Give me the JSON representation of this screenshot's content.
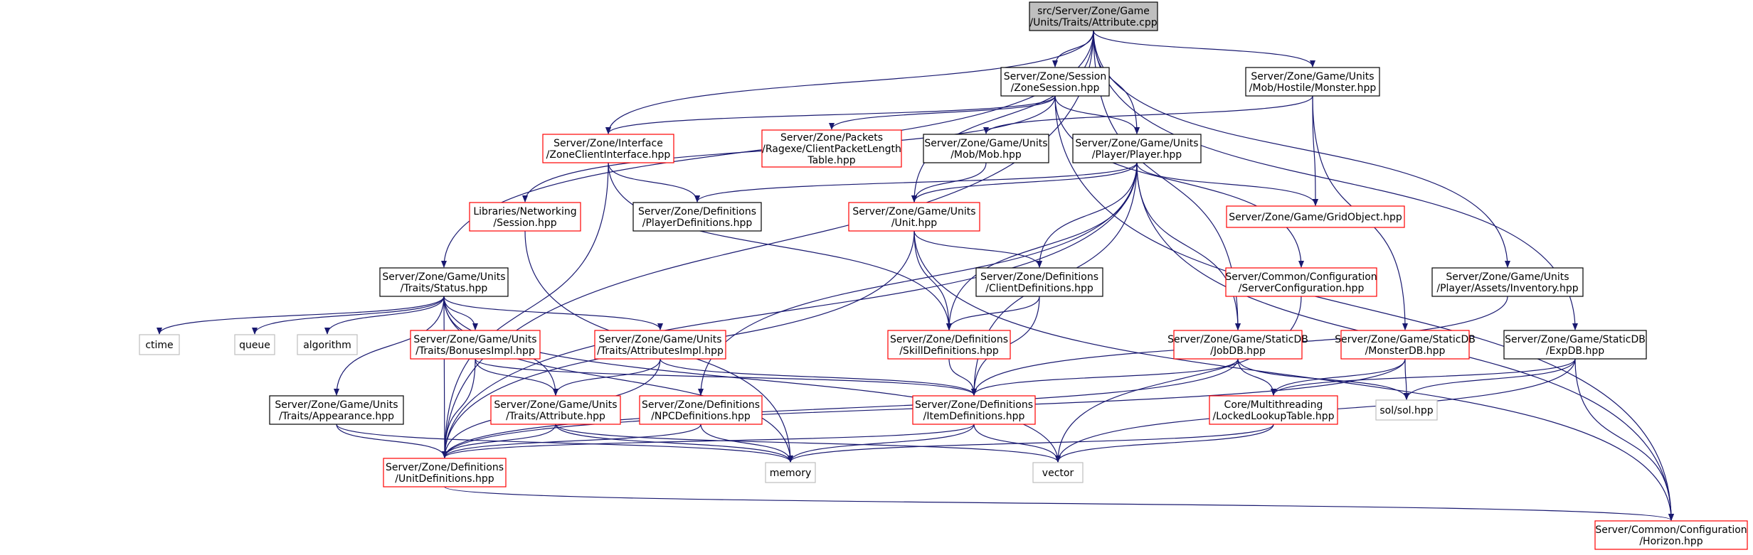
{
  "colors": {
    "edge": "#191970",
    "root_fill": "#bfbfbf",
    "border_documented": "#000000",
    "border_undocumented": "#ff0000",
    "border_system": "#bfbfbf",
    "text": "#000000",
    "background": "#ffffff"
  },
  "nodes": [
    {
      "id": "n0",
      "lines": [
        "src/Server/Zone/Game",
        "/Units/Traits/Attribute.cpp"
      ],
      "style": "root"
    },
    {
      "id": "n1",
      "lines": [
        "Server/Zone/Session",
        "/ZoneSession.hpp"
      ],
      "style": "black"
    },
    {
      "id": "n2",
      "lines": [
        "Server/Zone/Game/Units",
        "/Mob/Hostile/Monster.hpp"
      ],
      "style": "black"
    },
    {
      "id": "n3",
      "lines": [
        "Server/Zone/Interface",
        "/ZoneClientInterface.hpp"
      ],
      "style": "red"
    },
    {
      "id": "n4",
      "lines": [
        "Server/Zone/Packets",
        "/Ragexe/ClientPacketLength",
        "Table.hpp"
      ],
      "style": "red"
    },
    {
      "id": "n5",
      "lines": [
        "Server/Zone/Game/Units",
        "/Mob/Mob.hpp"
      ],
      "style": "black"
    },
    {
      "id": "n6",
      "lines": [
        "Server/Zone/Game/Units",
        "/Player/Player.hpp"
      ],
      "style": "black"
    },
    {
      "id": "n7",
      "lines": [
        "Libraries/Networking",
        "/Session.hpp"
      ],
      "style": "red"
    },
    {
      "id": "n8",
      "lines": [
        "Server/Zone/Definitions",
        "/PlayerDefinitions.hpp"
      ],
      "style": "black"
    },
    {
      "id": "n9",
      "lines": [
        "Server/Zone/Game/Units",
        "/Unit.hpp"
      ],
      "style": "red"
    },
    {
      "id": "n10",
      "lines": [
        "Server/Zone/Game/GridObject.hpp"
      ],
      "style": "red"
    },
    {
      "id": "n11",
      "lines": [
        "Server/Zone/Game/Units",
        "/Traits/Status.hpp"
      ],
      "style": "black"
    },
    {
      "id": "n12",
      "lines": [
        "Server/Zone/Definitions",
        "/ClientDefinitions.hpp"
      ],
      "style": "black"
    },
    {
      "id": "n13",
      "lines": [
        "Server/Common/Configuration",
        "/ServerConfiguration.hpp"
      ],
      "style": "red"
    },
    {
      "id": "n14",
      "lines": [
        "Server/Zone/Game/Units",
        "/Player/Assets/Inventory.hpp"
      ],
      "style": "black"
    },
    {
      "id": "n15",
      "lines": [
        "ctime"
      ],
      "style": "gray"
    },
    {
      "id": "n16",
      "lines": [
        "queue"
      ],
      "style": "gray"
    },
    {
      "id": "n17",
      "lines": [
        "algorithm"
      ],
      "style": "gray"
    },
    {
      "id": "n18",
      "lines": [
        "Server/Zone/Game/Units",
        "/Traits/BonusesImpl.hpp"
      ],
      "style": "red"
    },
    {
      "id": "n19",
      "lines": [
        "Server/Zone/Game/Units",
        "/Traits/AttributesImpl.hpp"
      ],
      "style": "red"
    },
    {
      "id": "n20",
      "lines": [
        "Server/Zone/Definitions",
        "/SkillDefinitions.hpp"
      ],
      "style": "red"
    },
    {
      "id": "n21",
      "lines": [
        "Server/Zone/Game/StaticDB",
        "/JobDB.hpp"
      ],
      "style": "red"
    },
    {
      "id": "n22",
      "lines": [
        "Server/Zone/Game/StaticDB",
        "/MonsterDB.hpp"
      ],
      "style": "red"
    },
    {
      "id": "n23",
      "lines": [
        "Server/Zone/Game/StaticDB",
        "/ExpDB.hpp"
      ],
      "style": "black"
    },
    {
      "id": "n24",
      "lines": [
        "Server/Zone/Game/Units",
        "/Traits/Appearance.hpp"
      ],
      "style": "black"
    },
    {
      "id": "n25",
      "lines": [
        "Server/Zone/Game/Units",
        "/Traits/Attribute.hpp"
      ],
      "style": "red"
    },
    {
      "id": "n26",
      "lines": [
        "Server/Zone/Definitions",
        "/NPCDefinitions.hpp"
      ],
      "style": "red"
    },
    {
      "id": "n27",
      "lines": [
        "Server/Zone/Definitions",
        "/ItemDefinitions.hpp"
      ],
      "style": "red"
    },
    {
      "id": "n28",
      "lines": [
        "Core/Multithreading",
        "/LockedLookupTable.hpp"
      ],
      "style": "red"
    },
    {
      "id": "n29",
      "lines": [
        "sol/sol.hpp"
      ],
      "style": "gray"
    },
    {
      "id": "n30",
      "lines": [
        "Server/Zone/Definitions",
        "/UnitDefinitions.hpp"
      ],
      "style": "red"
    },
    {
      "id": "n31",
      "lines": [
        "memory"
      ],
      "style": "gray"
    },
    {
      "id": "n32",
      "lines": [
        "vector"
      ],
      "style": "gray"
    },
    {
      "id": "n33",
      "lines": [
        "Server/Common/Configuration",
        "/Horizon.hpp"
      ],
      "style": "red"
    }
  ],
  "edges": [
    [
      "n0",
      "n1"
    ],
    [
      "n0",
      "n2"
    ],
    [
      "n0",
      "n3"
    ],
    [
      "n0",
      "n6"
    ],
    [
      "n0",
      "n9"
    ],
    [
      "n0",
      "n11"
    ],
    [
      "n0",
      "n14"
    ],
    [
      "n0",
      "n21"
    ],
    [
      "n0",
      "n23"
    ],
    [
      "n0",
      "n30"
    ],
    [
      "n1",
      "n3"
    ],
    [
      "n1",
      "n4"
    ],
    [
      "n1",
      "n6"
    ],
    [
      "n1",
      "n7"
    ],
    [
      "n1",
      "n13"
    ],
    [
      "n1",
      "n33"
    ],
    [
      "n2",
      "n5"
    ],
    [
      "n2",
      "n10"
    ],
    [
      "n2",
      "n22"
    ],
    [
      "n3",
      "n8"
    ],
    [
      "n3",
      "n20"
    ],
    [
      "n3",
      "n30"
    ],
    [
      "n5",
      "n9"
    ],
    [
      "n6",
      "n8"
    ],
    [
      "n6",
      "n9"
    ],
    [
      "n6",
      "n10"
    ],
    [
      "n6",
      "n12"
    ],
    [
      "n6",
      "n20"
    ],
    [
      "n6",
      "n21"
    ],
    [
      "n6",
      "n26"
    ],
    [
      "n6",
      "n27"
    ],
    [
      "n6",
      "n30"
    ],
    [
      "n6",
      "n33"
    ],
    [
      "n7",
      "n31"
    ],
    [
      "n9",
      "n12"
    ],
    [
      "n9",
      "n20"
    ],
    [
      "n9",
      "n30"
    ],
    [
      "n9",
      "n33"
    ],
    [
      "n11",
      "n15"
    ],
    [
      "n11",
      "n16"
    ],
    [
      "n11",
      "n17"
    ],
    [
      "n11",
      "n18"
    ],
    [
      "n11",
      "n19"
    ],
    [
      "n11",
      "n24"
    ],
    [
      "n11",
      "n25"
    ],
    [
      "n11",
      "n30"
    ],
    [
      "n11",
      "n31"
    ],
    [
      "n11",
      "n32"
    ],
    [
      "n12",
      "n20"
    ],
    [
      "n12",
      "n27"
    ],
    [
      "n13",
      "n32"
    ],
    [
      "n14",
      "n27"
    ],
    [
      "n18",
      "n25"
    ],
    [
      "n18",
      "n27"
    ],
    [
      "n18",
      "n30"
    ],
    [
      "n19",
      "n25"
    ],
    [
      "n19",
      "n27"
    ],
    [
      "n19",
      "n30"
    ],
    [
      "n20",
      "n27"
    ],
    [
      "n21",
      "n27"
    ],
    [
      "n21",
      "n28"
    ],
    [
      "n21",
      "n29"
    ],
    [
      "n21",
      "n30"
    ],
    [
      "n22",
      "n28"
    ],
    [
      "n22",
      "n29"
    ],
    [
      "n22",
      "n30"
    ],
    [
      "n23",
      "n28"
    ],
    [
      "n23",
      "n29"
    ],
    [
      "n23",
      "n32"
    ],
    [
      "n23",
      "n33"
    ],
    [
      "n24",
      "n30"
    ],
    [
      "n24",
      "n31"
    ],
    [
      "n25",
      "n30"
    ],
    [
      "n25",
      "n31"
    ],
    [
      "n25",
      "n32"
    ],
    [
      "n26",
      "n30"
    ],
    [
      "n26",
      "n31"
    ],
    [
      "n27",
      "n30"
    ],
    [
      "n27",
      "n31"
    ],
    [
      "n27",
      "n32"
    ],
    [
      "n28",
      "n31"
    ],
    [
      "n28",
      "n32"
    ],
    [
      "n30",
      "n33"
    ]
  ]
}
